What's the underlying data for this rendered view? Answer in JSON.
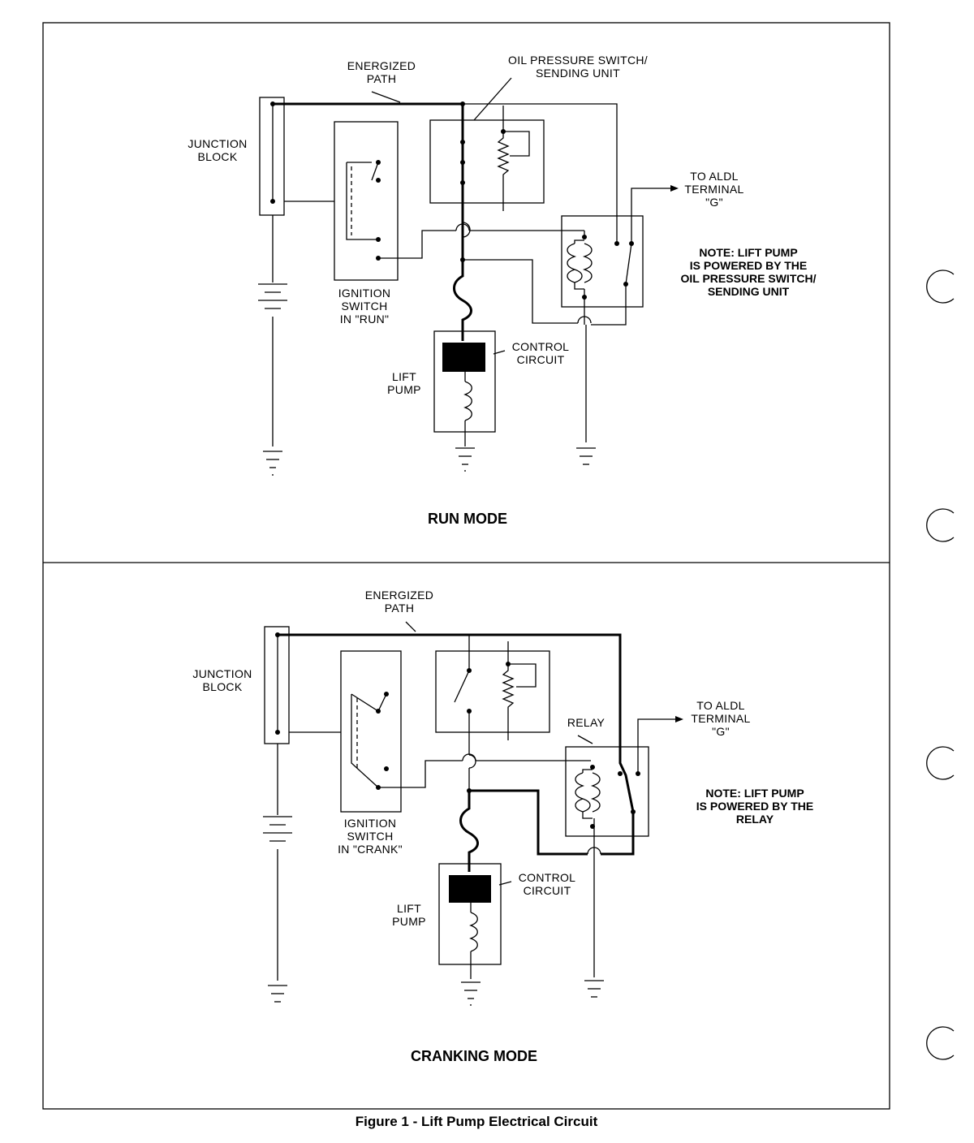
{
  "figure_caption": "Figure 1 - Lift Pump Electrical Circuit",
  "run_panel": {
    "mode_title": "RUN MODE",
    "energized_path": [
      "ENERGIZED",
      "PATH"
    ],
    "oil_pressure_switch": [
      "OIL PRESSURE SWITCH/",
      "SENDING UNIT"
    ],
    "junction_block": [
      "JUNCTION",
      "BLOCK"
    ],
    "to_aldl": [
      "TO ALDL",
      "TERMINAL",
      "\"G\""
    ],
    "note": [
      "NOTE: LIFT PUMP",
      "IS POWERED BY THE",
      "OIL PRESSURE SWITCH/",
      "SENDING UNIT"
    ],
    "ignition_switch": [
      "IGNITION",
      "SWITCH",
      "IN \"RUN\""
    ],
    "control_circuit": [
      "CONTROL",
      "CIRCUIT"
    ],
    "lift_pump": [
      "LIFT",
      "PUMP"
    ]
  },
  "crank_panel": {
    "mode_title": "CRANKING MODE",
    "energized_path": [
      "ENERGIZED",
      "PATH"
    ],
    "junction_block": [
      "JUNCTION",
      "BLOCK"
    ],
    "relay": "RELAY",
    "to_aldl": [
      "TO ALDL",
      "TERMINAL",
      "\"G\""
    ],
    "note": [
      "NOTE: LIFT PUMP",
      "IS POWERED BY THE",
      "RELAY"
    ],
    "ignition_switch": [
      "IGNITION",
      "SWITCH",
      "IN \"CRANK\""
    ],
    "control_circuit": [
      "CONTROL",
      "CIRCUIT"
    ],
    "lift_pump": [
      "LIFT",
      "PUMP"
    ]
  }
}
